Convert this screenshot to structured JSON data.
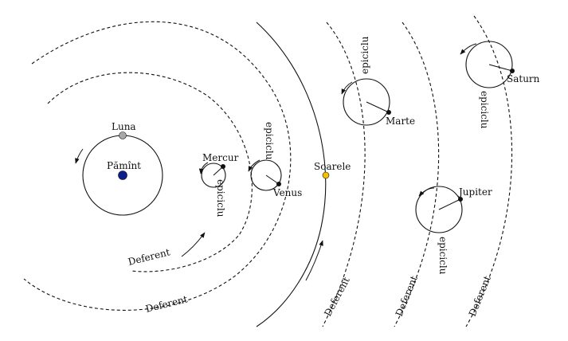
{
  "labels": {
    "earth": "Pămînt",
    "moon": "Luna",
    "mercury": "Mercur",
    "venus": "Venus",
    "sun": "Soarele",
    "mars": "Marte",
    "jupiter": "Jupiter",
    "saturn": "Saturn",
    "epicycle": "epiciclu",
    "deferent": "Deferent"
  },
  "colors": {
    "earth": "#0d1f8c",
    "moon": "#a8a8a8",
    "sun": "#f5c000",
    "line": "#111111"
  }
}
